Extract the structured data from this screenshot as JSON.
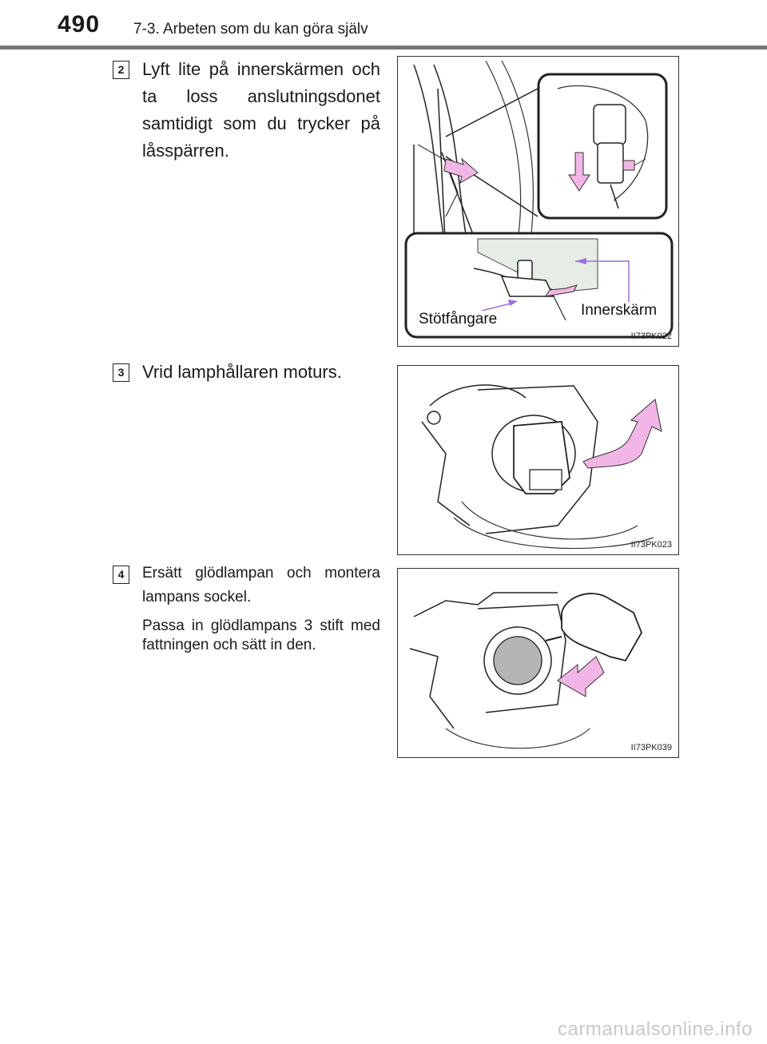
{
  "header": {
    "page_number": "490",
    "section_title": "7-3. Arbeten som du kan göra själv"
  },
  "steps": [
    {
      "number": "2",
      "text": "Lyft lite på innerskärmen och ta loss anslutningsdonet samtidigt som du trycker på låsspärren.",
      "figure": {
        "code": "II73PK022",
        "callouts": {
          "bumper": "Stötfångare",
          "inner_fender": "Innerskärm"
        }
      }
    },
    {
      "number": "3",
      "text": "Vrid lamphållaren moturs.",
      "figure": {
        "code": "II73PK023"
      }
    },
    {
      "number": "4",
      "text": "Ersätt glödlampan och montera lampans sockel.",
      "note": "Passa in glödlampans 3 stift med fattningen och sätt in den.",
      "figure": {
        "code": "II73PK039"
      }
    }
  ],
  "footer": {
    "watermark": "carmanualsonline.info"
  },
  "colors": {
    "arrow_fill": "#f2b6e6",
    "callout_line": "#9b6fe0",
    "rule": "#777777"
  }
}
